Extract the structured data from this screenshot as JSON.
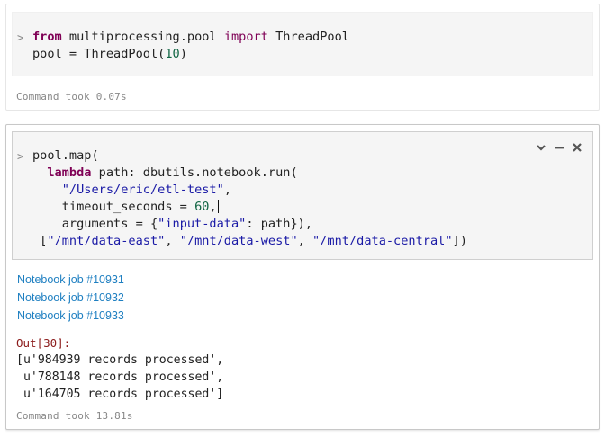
{
  "cell1": {
    "prompt": ">",
    "code": {
      "l1_from": "from",
      "l1_module": " multiprocessing.pool ",
      "l1_import": "import",
      "l1_name": " ThreadPool",
      "l2_a": "pool = ThreadPool(",
      "l2_num": "10",
      "l2_b": ")"
    },
    "took": "Command took 0.07s"
  },
  "cell2": {
    "prompt": ">",
    "code": {
      "l1": "pool.map(",
      "l2_indent": "  ",
      "l2_kw": "lambda",
      "l2_rest": " path: dbutils.notebook.run(",
      "l3_indent": "    ",
      "l3_str": "\"/Users/eric/etl-test\"",
      "l3_rest": ",",
      "l4_a": "    timeout_seconds = ",
      "l4_num": "60",
      "l4_b": ",",
      "l5_a": "    arguments = {",
      "l5_str": "\"input-data\"",
      "l5_b": ": path}),",
      "l6_a": " [",
      "l6_s1": "\"/mnt/data-east\"",
      "l6_c1": ", ",
      "l6_s2": "\"/mnt/data-west\"",
      "l6_c2": ", ",
      "l6_s3": "\"/mnt/data-central\"",
      "l6_b": "])"
    },
    "jobs": [
      "Notebook job #10931",
      "Notebook job #10932",
      "Notebook job #10933"
    ],
    "out_label": "Out[30]:",
    "out_lines": [
      "[u'984939 records processed',",
      " u'788148 records processed',",
      " u'164705 records processed']"
    ],
    "took": "Command took 13.81s"
  },
  "icons": {
    "expand": "chevron-down-icon",
    "minimize": "minus-icon",
    "close": "close-icon"
  }
}
